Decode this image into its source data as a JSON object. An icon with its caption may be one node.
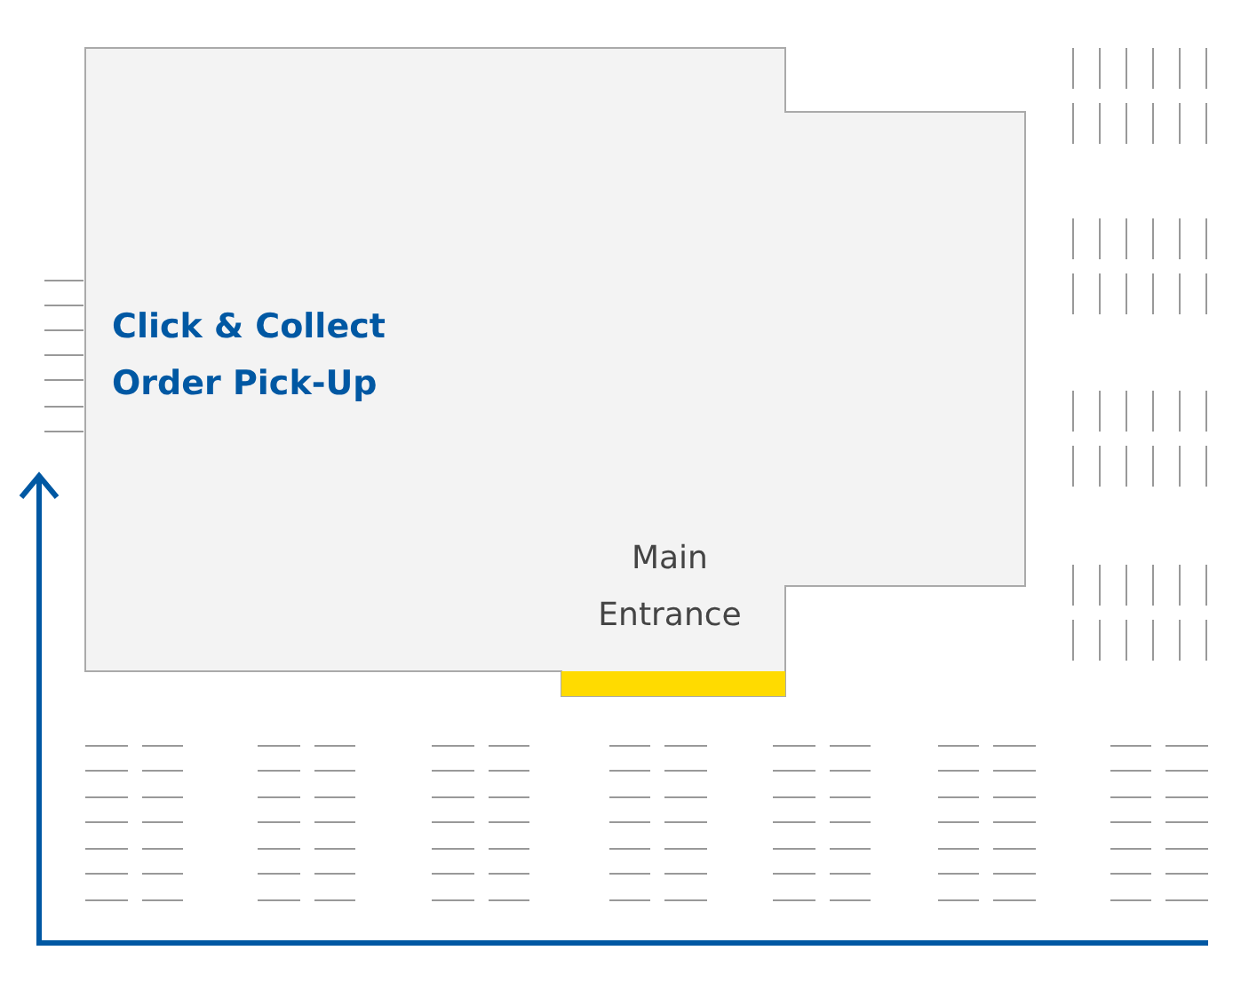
{
  "diagram": {
    "nodes": [
      {
        "text": [
          "Click & Collect Order Pick-Up",
          "Main Entrance"
        ]
      },
      {
        "text": [],
        "shape": "bar",
        "in": 0
      }
    ]
  }
}
